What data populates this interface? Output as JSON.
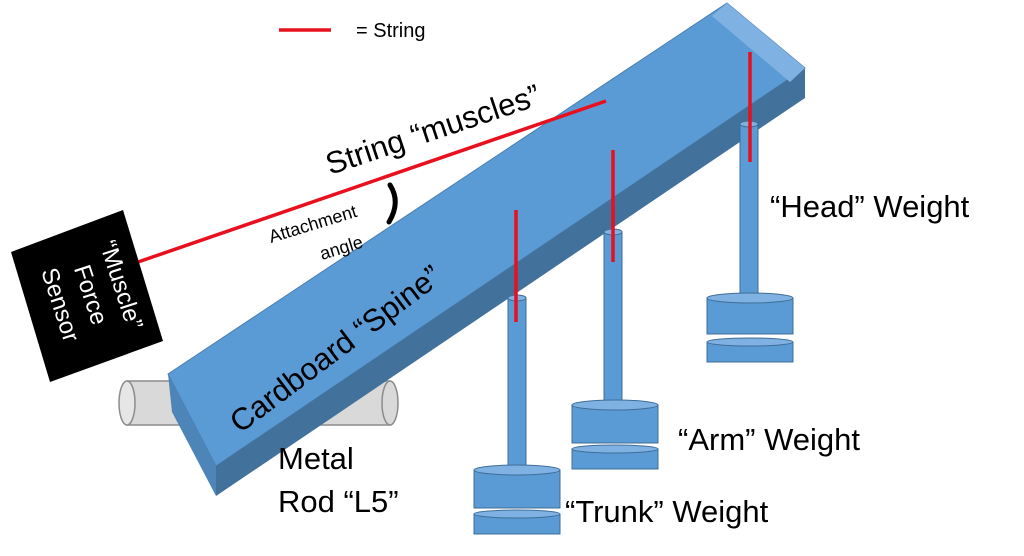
{
  "legend": {
    "text": "= String",
    "color": "#e8101e"
  },
  "labels": {
    "string_muscles": "String “muscles”",
    "attachment_line1": "Attachment",
    "attachment_line2": "angle",
    "cardboard_spine": "Cardboard “Spine”",
    "head_weight": "“Head” Weight",
    "arm_weight": "“Arm” Weight",
    "trunk_weight": "“Trunk” Weight",
    "metal_rod_line1": "Metal",
    "metal_rod_line2": "Rod “L5”"
  },
  "sensor": {
    "line1": "“Muscle”",
    "line2": "Force",
    "line3": "Sensor"
  },
  "colors": {
    "beam_front": "#5b9bd5",
    "beam_top": "#7fb2e3",
    "beam_bottom": "#42719c",
    "weight": "#5b9bd5",
    "outline": "#3f6d97",
    "string": "#e8101e",
    "sensor_bg": "#000000",
    "sensor_text": "#ffffff",
    "rod_fill": "#d9d9d9",
    "rod_stroke": "#8c8c8c"
  }
}
